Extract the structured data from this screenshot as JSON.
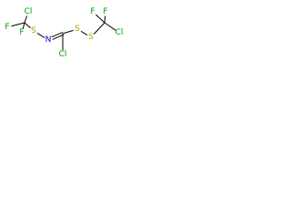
{
  "molecule": {
    "atoms": [
      {
        "id": "cl1",
        "symbol": "Cl",
        "color": "#00a000"
      },
      {
        "id": "f1",
        "symbol": "F",
        "color": "#00a000"
      },
      {
        "id": "f2",
        "symbol": "F",
        "color": "#00a000"
      },
      {
        "id": "s1",
        "symbol": "S",
        "color": "#b8a000"
      },
      {
        "id": "n1",
        "symbol": "N",
        "color": "#0000e0"
      },
      {
        "id": "cl2",
        "symbol": "Cl",
        "color": "#00a000"
      },
      {
        "id": "s2",
        "symbol": "S",
        "color": "#b8a000"
      },
      {
        "id": "s3",
        "symbol": "S",
        "color": "#b8a000"
      },
      {
        "id": "f3",
        "symbol": "F",
        "color": "#00a000"
      },
      {
        "id": "f4",
        "symbol": "F",
        "color": "#00a000"
      },
      {
        "id": "cl3",
        "symbol": "Cl",
        "color": "#00a000"
      }
    ],
    "bonds": [
      {
        "from": "c1",
        "to": "cl1",
        "order": 1
      },
      {
        "from": "c1",
        "to": "f1",
        "order": 1
      },
      {
        "from": "c1",
        "to": "f2",
        "order": 1
      },
      {
        "from": "c1",
        "to": "s1",
        "order": 1
      },
      {
        "from": "s1",
        "to": "n1",
        "order": 1
      },
      {
        "from": "n1",
        "to": "c2",
        "order": 2
      },
      {
        "from": "c2",
        "to": "cl2",
        "order": 1
      },
      {
        "from": "c2",
        "to": "s2",
        "order": 1
      },
      {
        "from": "s2",
        "to": "s3",
        "order": 1
      },
      {
        "from": "s3",
        "to": "c3",
        "order": 1
      },
      {
        "from": "c3",
        "to": "f3",
        "order": 1
      },
      {
        "from": "c3",
        "to": "f4",
        "order": 1
      },
      {
        "from": "c3",
        "to": "cl3",
        "order": 1
      }
    ]
  }
}
